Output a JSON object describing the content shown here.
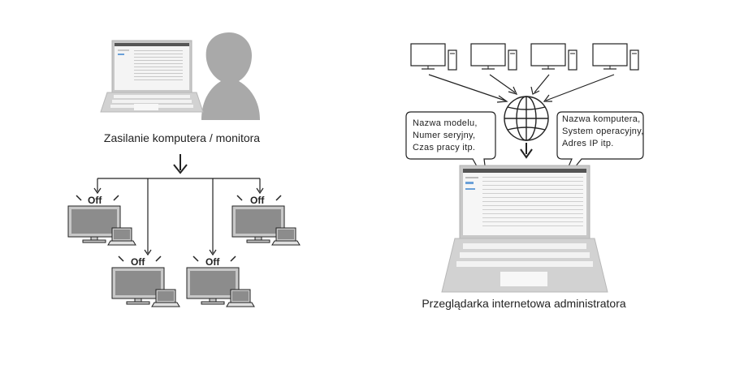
{
  "left": {
    "caption": "Zasilanie komputera / monitora",
    "off_label": "Off"
  },
  "right": {
    "caption": "Przeglądarka internetowa administratora",
    "bubble_left": [
      "Nazwa modelu,",
      "Numer seryjny,",
      "Czas pracy itp."
    ],
    "bubble_right": [
      "Nazwa komputera,",
      "System operacyjny,",
      "Adres IP itp."
    ]
  },
  "colors": {
    "gray_fill": "#c8c8c8",
    "screen_fill": "#8c8c8c",
    "line": "#222222",
    "silhouette": "#a9a9a9"
  }
}
